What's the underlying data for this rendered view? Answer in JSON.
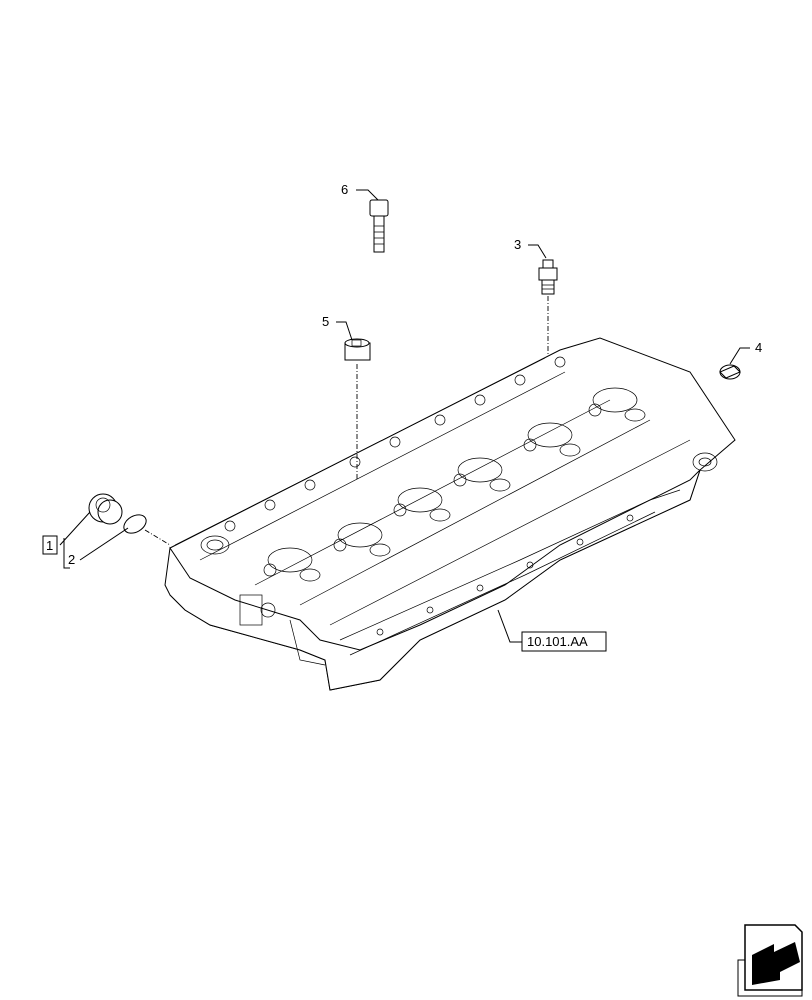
{
  "callouts": [
    {
      "id": "1",
      "label": "1"
    },
    {
      "id": "2",
      "label": "2"
    },
    {
      "id": "3",
      "label": "3"
    },
    {
      "id": "4",
      "label": "4"
    },
    {
      "id": "5",
      "label": "5"
    },
    {
      "id": "6",
      "label": "6"
    }
  ],
  "reference": {
    "label": "10.101.AA"
  },
  "nav": {
    "icon": "arrow-icon"
  }
}
